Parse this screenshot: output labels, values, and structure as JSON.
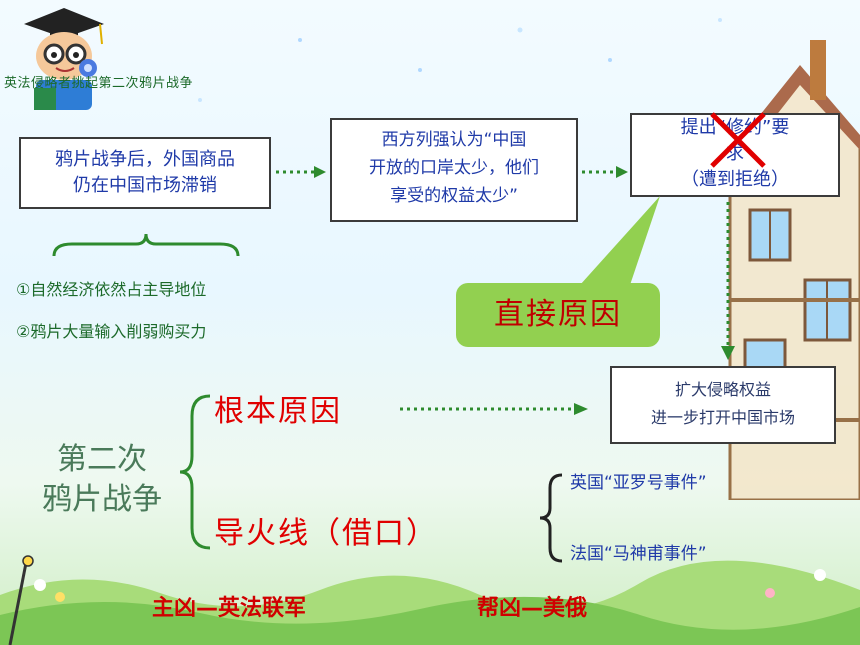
{
  "title": "英法侵略者挑起第二次鸦片战争",
  "box1": {
    "line1": "鸦片战争后，外国商品",
    "line2": "仍在中国市场滞销"
  },
  "box2": {
    "line1": "西方列强认为“中国",
    "line2": "开放的口岸太少，他们",
    "line3": "享受的权益太少”"
  },
  "box3": {
    "line1": "提出“修约”要",
    "line2": "求",
    "line3": "（遭到拒绝）"
  },
  "reasons": [
    "①自然经济依然占主导地位",
    "②鸦片大量输入削弱购买力"
  ],
  "direct_cause": "直接原因",
  "box4": {
    "line1": "扩大侵略权益",
    "line2": "进一步打开中国市场"
  },
  "big_label": {
    "line1": "第二次",
    "line2": "鸦片战争"
  },
  "root_cause": "根本原因",
  "fuse": "导火线（借口）",
  "events": [
    "英国“亚罗号事件”",
    "法国“马神甫事件”"
  ],
  "bottom": {
    "main": "主凶—英法联军",
    "accomplice": "帮凶—美俄"
  },
  "colors": {
    "accent_red": "#e00000",
    "box_text": "#1f3aa8",
    "green_label": "#92d050",
    "arrow_green": "#2e8b2e"
  }
}
